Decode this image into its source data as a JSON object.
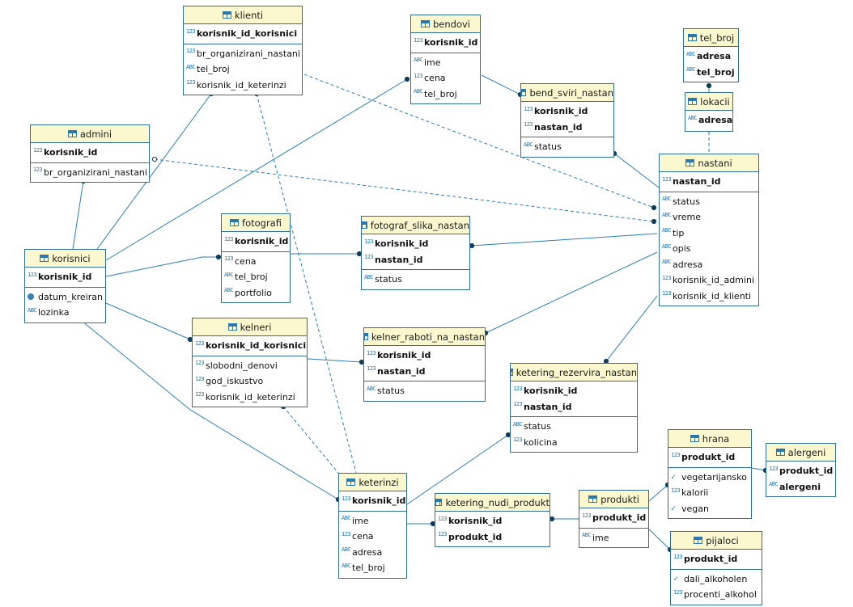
{
  "entities": {
    "klienti": {
      "title": "klienti",
      "pk": [
        {
          "name": "korisnik_id_korisnici",
          "type": "123"
        }
      ],
      "cols": [
        {
          "name": "br_organizirani_nastani",
          "type": "123"
        },
        {
          "name": "tel_broj",
          "type": "ABC"
        },
        {
          "name": "korisnik_id_keterinzi",
          "type": "123"
        }
      ]
    },
    "bendovi": {
      "title": "bendovi",
      "pk": [
        {
          "name": "korisnik_id",
          "type": "123"
        }
      ],
      "cols": [
        {
          "name": "ime",
          "type": "ABC"
        },
        {
          "name": "cena",
          "type": "123"
        },
        {
          "name": "tel_broj",
          "type": "ABC"
        }
      ]
    },
    "tel_broj": {
      "title": "tel_broj",
      "pk": [
        {
          "name": "adresa",
          "type": "ABC"
        },
        {
          "name": "tel_broj",
          "type": "ABC"
        }
      ],
      "cols": []
    },
    "lokacii": {
      "title": "lokacii",
      "pk": [
        {
          "name": "adresa",
          "type": "ABC"
        }
      ],
      "cols": []
    },
    "admini": {
      "title": "admini",
      "pk": [
        {
          "name": "korisnik_id",
          "type": "123"
        }
      ],
      "cols": [
        {
          "name": "br_organizirani_nastani",
          "type": "123"
        }
      ]
    },
    "bend_sviri_nastan": {
      "title": "bend_sviri_nastan",
      "pk": [
        {
          "name": "korisnik_id",
          "type": "123"
        },
        {
          "name": "nastan_id",
          "type": "123"
        }
      ],
      "cols": [
        {
          "name": "status",
          "type": "ABC"
        }
      ]
    },
    "nastani": {
      "title": "nastani",
      "pk": [
        {
          "name": "nastan_id",
          "type": "123"
        }
      ],
      "cols": [
        {
          "name": "status",
          "type": "ABC"
        },
        {
          "name": "vreme",
          "type": "ABC"
        },
        {
          "name": "tip",
          "type": "ABC"
        },
        {
          "name": "opis",
          "type": "ABC"
        },
        {
          "name": "adresa",
          "type": "ABC"
        },
        {
          "name": "korisnik_id_admini",
          "type": "123"
        },
        {
          "name": "korisnik_id_klienti",
          "type": "123"
        }
      ]
    },
    "fotografi": {
      "title": "fotografi",
      "pk": [
        {
          "name": "korisnik_id",
          "type": "123"
        }
      ],
      "cols": [
        {
          "name": "cena",
          "type": "123"
        },
        {
          "name": "tel_broj",
          "type": "ABC"
        },
        {
          "name": "portfolio",
          "type": "ABC"
        }
      ]
    },
    "fotograf_slika_nastan": {
      "title": "fotograf_slika_nastan",
      "pk": [
        {
          "name": "korisnik_id",
          "type": "123"
        },
        {
          "name": "nastan_id",
          "type": "123"
        }
      ],
      "cols": [
        {
          "name": "status",
          "type": "ABC"
        }
      ]
    },
    "korisnici": {
      "title": "korisnici",
      "pk": [
        {
          "name": "korisnik_id",
          "type": "123"
        }
      ],
      "cols": [
        {
          "name": "datum_kreiran",
          "type": "date"
        },
        {
          "name": "lozinka",
          "type": "ABC"
        }
      ]
    },
    "kelneri": {
      "title": "kelneri",
      "pk": [
        {
          "name": "korisnik_id_korisnici",
          "type": "123"
        }
      ],
      "cols": [
        {
          "name": "slobodni_denovi",
          "type": "123"
        },
        {
          "name": "god_iskustvo",
          "type": "123"
        },
        {
          "name": "korisnik_id_keterinzi",
          "type": "123"
        }
      ]
    },
    "kelner_raboti_na_nastan": {
      "title": "kelner_raboti_na_nastan",
      "pk": [
        {
          "name": "korisnik_id",
          "type": "123"
        },
        {
          "name": "nastan_id",
          "type": "123"
        }
      ],
      "cols": [
        {
          "name": "status",
          "type": "ABC"
        }
      ]
    },
    "ketering_rezervira_nastan": {
      "title": "ketering_rezervira_nastan",
      "pk": [
        {
          "name": "korisnik_id",
          "type": "123"
        },
        {
          "name": "nastan_id",
          "type": "123"
        }
      ],
      "cols": [
        {
          "name": "status",
          "type": "ABC"
        },
        {
          "name": "kolicina",
          "type": "123"
        }
      ]
    },
    "hrana": {
      "title": "hrana",
      "pk": [
        {
          "name": "produkt_id",
          "type": "123"
        }
      ],
      "cols": [
        {
          "name": "vegetarijansko",
          "type": "bool"
        },
        {
          "name": "kalorii",
          "type": "123"
        },
        {
          "name": "vegan",
          "type": "bool"
        }
      ]
    },
    "alergeni": {
      "title": "alergeni",
      "pk": [
        {
          "name": "produkt_id",
          "type": "123"
        },
        {
          "name": "alergeni",
          "type": "ABC"
        }
      ],
      "cols": []
    },
    "keterinzi": {
      "title": "keterinzi",
      "pk": [
        {
          "name": "korisnik_id",
          "type": "123"
        }
      ],
      "cols": [
        {
          "name": "ime",
          "type": "ABC"
        },
        {
          "name": "cena",
          "type": "123"
        },
        {
          "name": "adresa",
          "type": "ABC"
        },
        {
          "name": "tel_broj",
          "type": "ABC"
        }
      ]
    },
    "ketering_nudi_produkt": {
      "title": "ketering_nudi_produkt",
      "pk": [
        {
          "name": "korisnik_id",
          "type": "123"
        },
        {
          "name": "produkt_id",
          "type": "123"
        }
      ],
      "cols": []
    },
    "produkti": {
      "title": "produkti",
      "pk": [
        {
          "name": "produkt_id",
          "type": "123"
        }
      ],
      "cols": [
        {
          "name": "ime",
          "type": "ABC"
        }
      ]
    },
    "pijaloci": {
      "title": "pijaloci",
      "pk": [
        {
          "name": "produkt_id",
          "type": "123"
        }
      ],
      "cols": [
        {
          "name": "dali_alkoholen",
          "type": "bool"
        },
        {
          "name": "procenti_alkohol",
          "type": "123"
        }
      ]
    }
  },
  "colors": {
    "border": "#2f6f98",
    "header": "#fbf8cf",
    "line": "#2a7fb8"
  }
}
